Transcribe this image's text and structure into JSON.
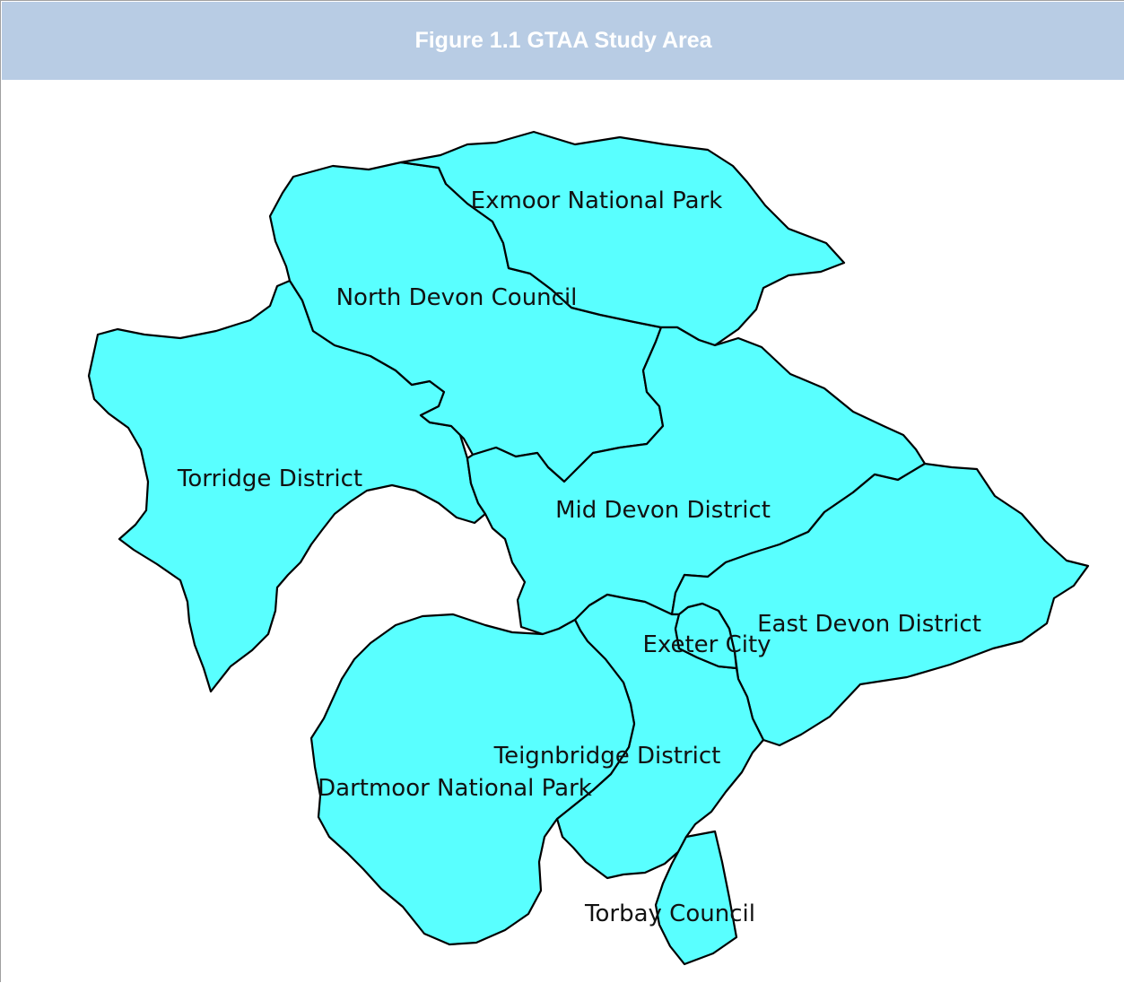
{
  "figure": {
    "title": "Figure 1.1 GTAA Study Area"
  },
  "map": {
    "fill_color": "#59ffff",
    "outline_color": "#000000",
    "header_color": "#b8cce4",
    "regions": [
      {
        "id": "exmoor",
        "label": "Exmoor National Park"
      },
      {
        "id": "north-devon",
        "label": "North Devon Council"
      },
      {
        "id": "torridge",
        "label": "Torridge District"
      },
      {
        "id": "mid-devon",
        "label": "Mid Devon District"
      },
      {
        "id": "east-devon",
        "label": "East Devon District"
      },
      {
        "id": "exeter",
        "label": "Exeter City"
      },
      {
        "id": "teignbridge",
        "label": "Teignbridge District"
      },
      {
        "id": "dartmoor",
        "label": "Dartmoor National Park"
      },
      {
        "id": "torbay",
        "label": "Torbay Council"
      }
    ]
  }
}
